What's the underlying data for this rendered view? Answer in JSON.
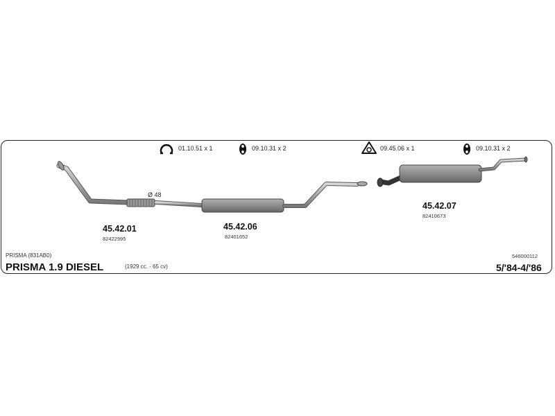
{
  "clamps": [
    {
      "icon": "ring-clamp-icon",
      "label": "01.10.51 x 1"
    },
    {
      "icon": "rubber-hanger-icon",
      "label": "09.10.31 x 2"
    },
    {
      "icon": "triangle-flange-icon",
      "label": "09.45.06 x 1"
    },
    {
      "icon": "rubber-hanger-icon",
      "label": "09.10.31 x 2"
    }
  ],
  "diameter_label": "Ø 48",
  "parts": [
    {
      "code": "45.42.01",
      "ref": "82422995"
    },
    {
      "code": "45.42.06",
      "ref": "82401652"
    },
    {
      "code": "45.42.07",
      "ref": "82410673"
    }
  ],
  "vehicle": {
    "model_code": "PRISMA (831AB0)",
    "title": "PRISMA 1.9 DIESEL",
    "engine": "(1929 cc. - 65 cv)",
    "catalog_number": "546000112",
    "years": "5/'84-4/'86"
  },
  "colors": {
    "pipe": "#b4b4b4",
    "pipe_stroke": "#555555",
    "muffler": "#8a8a8a",
    "frame": "#222222"
  }
}
